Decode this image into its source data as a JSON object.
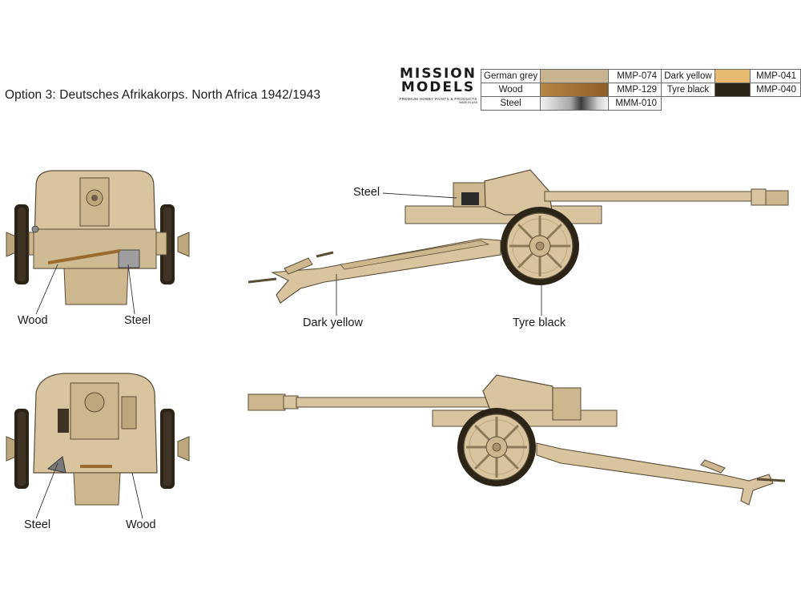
{
  "title": "Option 3: Deutsches Afrikakorps. North Africa 1942/1943",
  "logo": {
    "line1": "MISSION",
    "line2": "MODELS",
    "tagline": "PREMIUM HOBBY PAINTS & PRODUCTS",
    "small": "MADE IN USA"
  },
  "paints": [
    {
      "name": "German grey",
      "code": "MMP-074",
      "color": "#c8b48e"
    },
    {
      "name": "Dark yellow",
      "code": "MMP-041",
      "color": "#e8bb72"
    },
    {
      "name": "Wood",
      "code": "MMP-129",
      "color": "#9a6a2e"
    },
    {
      "name": "Tyre black",
      "code": "MMP-040",
      "color": "#2d2418"
    },
    {
      "name": "Steel",
      "code": "MMM-010",
      "color": "#8e8e8e"
    }
  ],
  "callouts": {
    "front_wood": "Wood",
    "front_steel": "Steel",
    "side_steel": "Steel",
    "side_dark_yellow": "Dark yellow",
    "side_tyre_black": "Tyre black",
    "rear_steel": "Steel",
    "rear_wood": "Wood"
  },
  "colors": {
    "body": "#d8c59f",
    "body_shade": "#bda77c",
    "outline": "#5a4d36",
    "tyre": "#2d2418",
    "wood": "#9a6a2e",
    "steel": "#7a7a7a"
  }
}
